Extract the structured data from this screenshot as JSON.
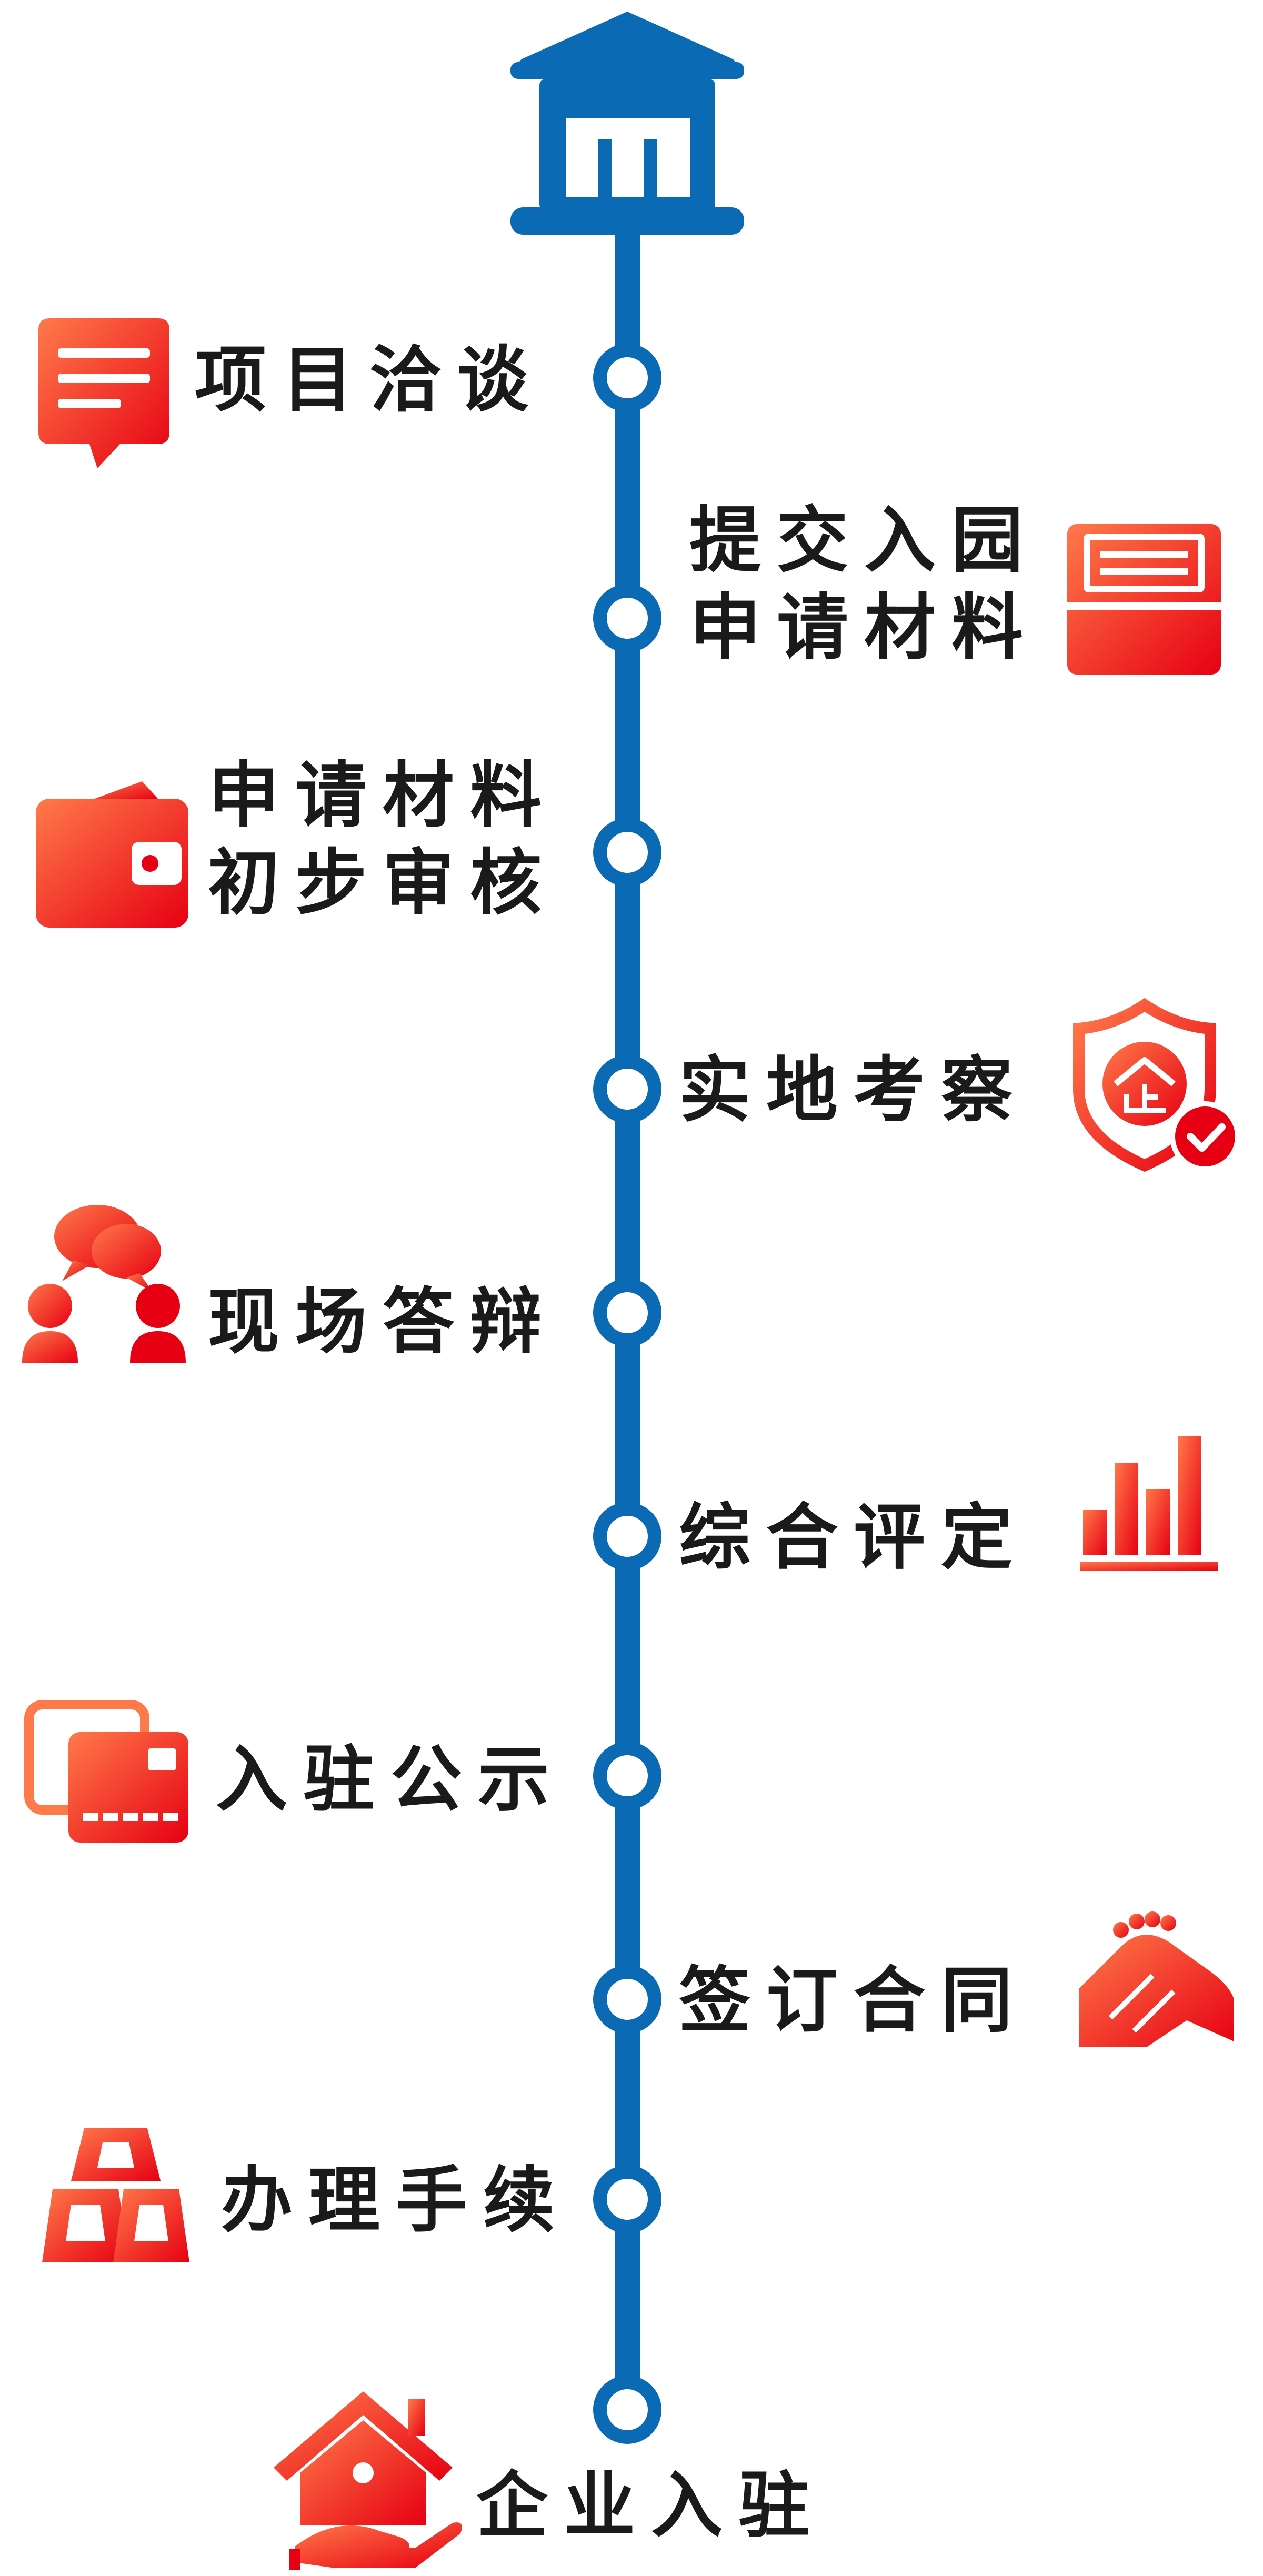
{
  "colors": {
    "line": "#0a6ab3",
    "node_fill": "#ffffff",
    "icon_light": "#ff7a4a",
    "icon_dark": "#e60012",
    "text": "#1a1a1a"
  },
  "steps": [
    {
      "lines": [
        "项目洽谈"
      ],
      "side": "left",
      "icon": "chat-bubble-icon"
    },
    {
      "lines": [
        "提交入园",
        "申请材料"
      ],
      "side": "right",
      "icon": "document-tray-icon"
    },
    {
      "lines": [
        "申请材料",
        "初步审核"
      ],
      "side": "left",
      "icon": "wallet-icon"
    },
    {
      "lines": [
        "实地考察"
      ],
      "side": "right",
      "icon": "enterprise-shield-check-icon"
    },
    {
      "lines": [
        "现场答辩"
      ],
      "side": "left",
      "icon": "discussion-people-icon"
    },
    {
      "lines": [
        "综合评定"
      ],
      "side": "right",
      "icon": "bar-chart-icon"
    },
    {
      "lines": [
        "入驻公示"
      ],
      "side": "left",
      "icon": "cards-icon"
    },
    {
      "lines": [
        "签订合同"
      ],
      "side": "right",
      "icon": "handshake-icon"
    },
    {
      "lines": [
        "办理手续"
      ],
      "side": "left",
      "icon": "stacked-blocks-icon"
    },
    {
      "lines": [
        "企业入驻"
      ],
      "side": "final",
      "icon": "house-hand-icon"
    }
  ]
}
